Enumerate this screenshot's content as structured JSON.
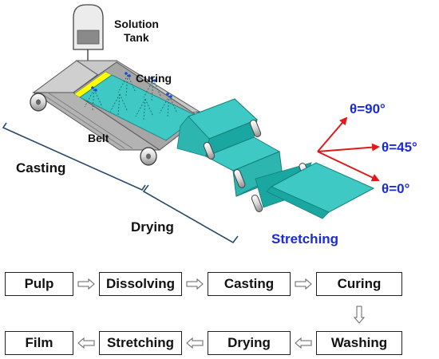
{
  "diagram": {
    "labels": {
      "solution_tank": [
        "Solution",
        "Tank"
      ],
      "curing": "Curing",
      "belt": "Belt",
      "casting": "Casting",
      "drying": "Drying",
      "stretching": "Stretching"
    },
    "angles": [
      "θ=90°",
      "θ=45°",
      "θ=0°"
    ],
    "colors": {
      "film": "#3fc9c4",
      "film_dark": "#1aa7a2",
      "belt_gray": "#a9a9a9",
      "yellow_strip": "#ffff00",
      "angle_arrow": "#e01a1a",
      "angle_text": "#1a2bd6",
      "stretching_text": "#1a2bd6",
      "bracket_line": "#2a4a6a"
    }
  },
  "flow": {
    "steps": [
      "Pulp",
      "Dissolving",
      "Casting",
      "Curing",
      "Washing",
      "Drying",
      "Stretching",
      "Film"
    ]
  }
}
